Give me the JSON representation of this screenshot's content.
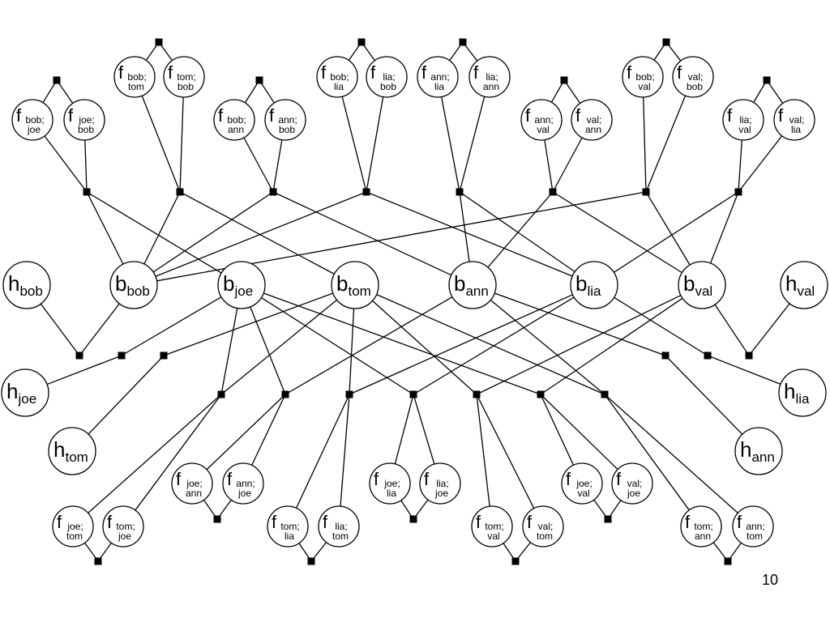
{
  "page_number": "10",
  "big_nodes": [
    {
      "id": "hbob",
      "letter": "h",
      "sub": "bob"
    },
    {
      "id": "bbob",
      "letter": "b",
      "sub": "bob"
    },
    {
      "id": "bjoe",
      "letter": "b",
      "sub": "joe"
    },
    {
      "id": "btom",
      "letter": "b",
      "sub": "tom"
    },
    {
      "id": "bann",
      "letter": "b",
      "sub": "ann"
    },
    {
      "id": "blia",
      "letter": "b",
      "sub": "lia"
    },
    {
      "id": "bval",
      "letter": "b",
      "sub": "val"
    },
    {
      "id": "hval",
      "letter": "h",
      "sub": "val"
    },
    {
      "id": "hjoe",
      "letter": "h",
      "sub": "joe"
    },
    {
      "id": "hlia",
      "letter": "h",
      "sub": "lia"
    },
    {
      "id": "htom",
      "letter": "h",
      "sub": "tom"
    },
    {
      "id": "hann",
      "letter": "h",
      "sub": "ann"
    }
  ],
  "pair_nodes": [
    {
      "id": "f_bob_joe",
      "letter": "f",
      "sub1": "bob;",
      "sub2": "joe"
    },
    {
      "id": "f_joe_bob",
      "letter": "f",
      "sub1": "joe;",
      "sub2": "bob"
    },
    {
      "id": "f_bob_tom",
      "letter": "f",
      "sub1": "bob;",
      "sub2": "tom"
    },
    {
      "id": "f_tom_bob",
      "letter": "f",
      "sub1": "tom;",
      "sub2": "bob"
    },
    {
      "id": "f_bob_ann",
      "letter": "f",
      "sub1": "bob;",
      "sub2": "ann"
    },
    {
      "id": "f_ann_bob",
      "letter": "f",
      "sub1": "ann;",
      "sub2": "bob"
    },
    {
      "id": "f_bob_lia",
      "letter": "f",
      "sub1": "bob;",
      "sub2": "lia"
    },
    {
      "id": "f_lia_bob",
      "letter": "f",
      "sub1": "lia;",
      "sub2": "bob"
    },
    {
      "id": "f_ann_lia",
      "letter": "f",
      "sub1": "ann;",
      "sub2": "lia"
    },
    {
      "id": "f_lia_ann",
      "letter": "f",
      "sub1": "lia;",
      "sub2": "ann"
    },
    {
      "id": "f_ann_val",
      "letter": "f",
      "sub1": "ann;",
      "sub2": "val"
    },
    {
      "id": "f_val_ann",
      "letter": "f",
      "sub1": "val;",
      "sub2": "ann"
    },
    {
      "id": "f_bob_val",
      "letter": "f",
      "sub1": "bob;",
      "sub2": "val"
    },
    {
      "id": "f_val_bob",
      "letter": "f",
      "sub1": "val;",
      "sub2": "bob"
    },
    {
      "id": "f_lia_val",
      "letter": "f",
      "sub1": "lia;",
      "sub2": "val"
    },
    {
      "id": "f_val_lia",
      "letter": "f",
      "sub1": "val;",
      "sub2": "lia"
    },
    {
      "id": "f_joe_ann",
      "letter": "f",
      "sub1": "joe;",
      "sub2": "ann"
    },
    {
      "id": "f_ann_joe",
      "letter": "f",
      "sub1": "ann;",
      "sub2": "joe"
    },
    {
      "id": "f_joe_lia",
      "letter": "f",
      "sub1": "joe;",
      "sub2": "lia"
    },
    {
      "id": "f_lia_joe",
      "letter": "f",
      "sub1": "lia;",
      "sub2": "joe"
    },
    {
      "id": "f_joe_val",
      "letter": "f",
      "sub1": "joe;",
      "sub2": "val"
    },
    {
      "id": "f_val_joe",
      "letter": "f",
      "sub1": "val;",
      "sub2": "joe"
    },
    {
      "id": "f_joe_tom",
      "letter": "f",
      "sub1": "joe;",
      "sub2": "tom"
    },
    {
      "id": "f_tom_joe",
      "letter": "f",
      "sub1": "tom;",
      "sub2": "joe"
    },
    {
      "id": "f_tom_lia",
      "letter": "f",
      "sub1": "tom;",
      "sub2": "lia"
    },
    {
      "id": "f_lia_tom",
      "letter": "f",
      "sub1": "lia;",
      "sub2": "tom"
    },
    {
      "id": "f_tom_val",
      "letter": "f",
      "sub1": "tom;",
      "sub2": "val"
    },
    {
      "id": "f_val_tom",
      "letter": "f",
      "sub1": "val;",
      "sub2": "tom"
    },
    {
      "id": "f_tom_ann",
      "letter": "f",
      "sub1": "tom;",
      "sub2": "ann"
    },
    {
      "id": "f_ann_tom",
      "letter": "f",
      "sub1": "ann;",
      "sub2": "tom"
    }
  ]
}
